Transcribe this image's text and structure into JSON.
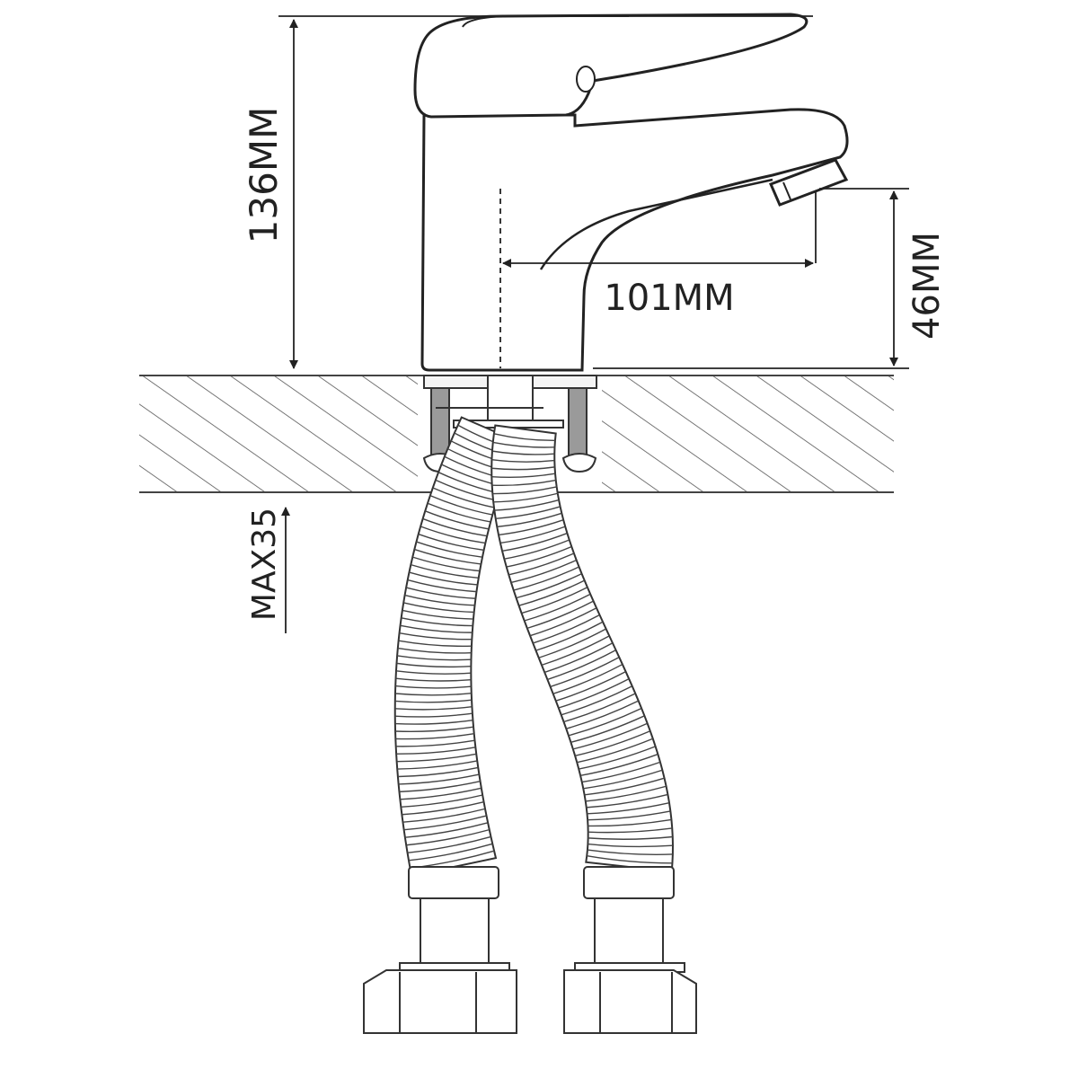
{
  "dimensions": {
    "height_total": "136MM",
    "spout_reach": "101MM",
    "spout_height": "46MM",
    "max_counter_thickness": "MAX35"
  },
  "colors": {
    "line": "#222222",
    "hatch": "#555555",
    "bolt": "#999999"
  }
}
